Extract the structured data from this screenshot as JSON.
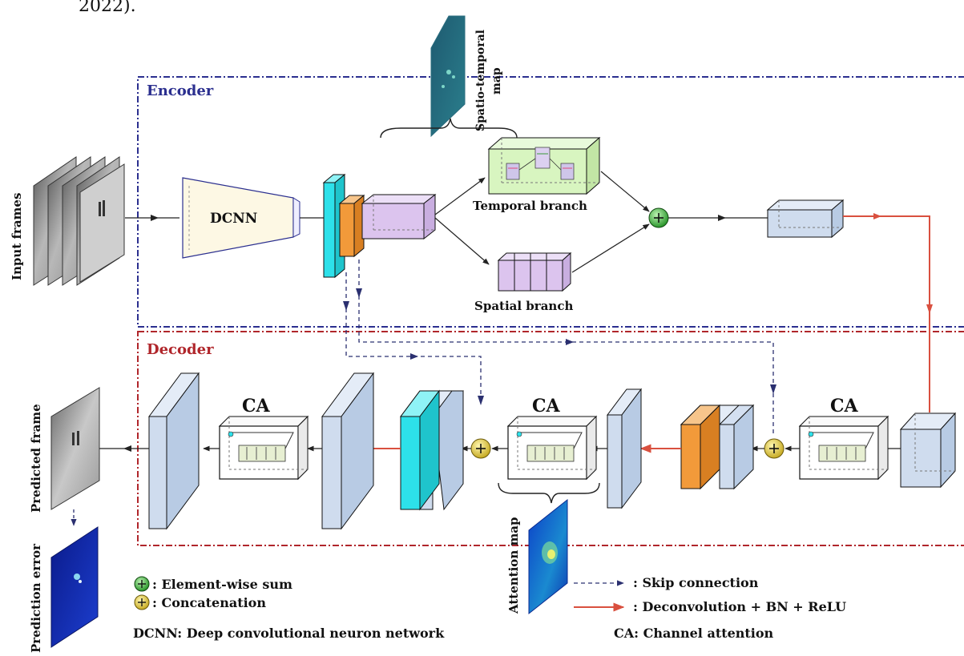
{
  "header_fragment": "2022).",
  "sections": {
    "encoder": "Encoder",
    "decoder": "Decoder"
  },
  "labels": {
    "input_frames": "Input frames",
    "dcnn": "DCNN",
    "spatio_temporal_map": [
      "Spatio-temporal",
      "map"
    ],
    "temporal_branch": "Temporal branch",
    "spatial_branch": "Spatial branch",
    "ca": "CA",
    "predicted_frame": "Predicted frame",
    "prediction_error": "Prediction error",
    "attention_map": "Attention map"
  },
  "legend": {
    "element_wise_sum": ": Element-wise sum",
    "concatenation": ": Concatenation",
    "skip_connection": ": Skip connection",
    "deconvolution": ": Deconvolution + BN + ReLU",
    "dcnn_def": "DCNN: Deep convolutional neuron network",
    "ca_def": "CA: Channel attention"
  },
  "colors": {
    "encoder_border": "#2b2f8f",
    "decoder_border": "#b0262b",
    "deconv_arrow": "#d9503f",
    "skip_arrow": "#2b3070",
    "cyan": "#2de1ea",
    "orange": "#f29a3a",
    "purple": "#dcc4ee",
    "green_box": "#d8f5c0",
    "light_blue": "#cfdcee",
    "dcnn_fill": "#fdf8e4",
    "sum_green": "#2fae2f",
    "concat_yellow": "#d8c22a"
  }
}
